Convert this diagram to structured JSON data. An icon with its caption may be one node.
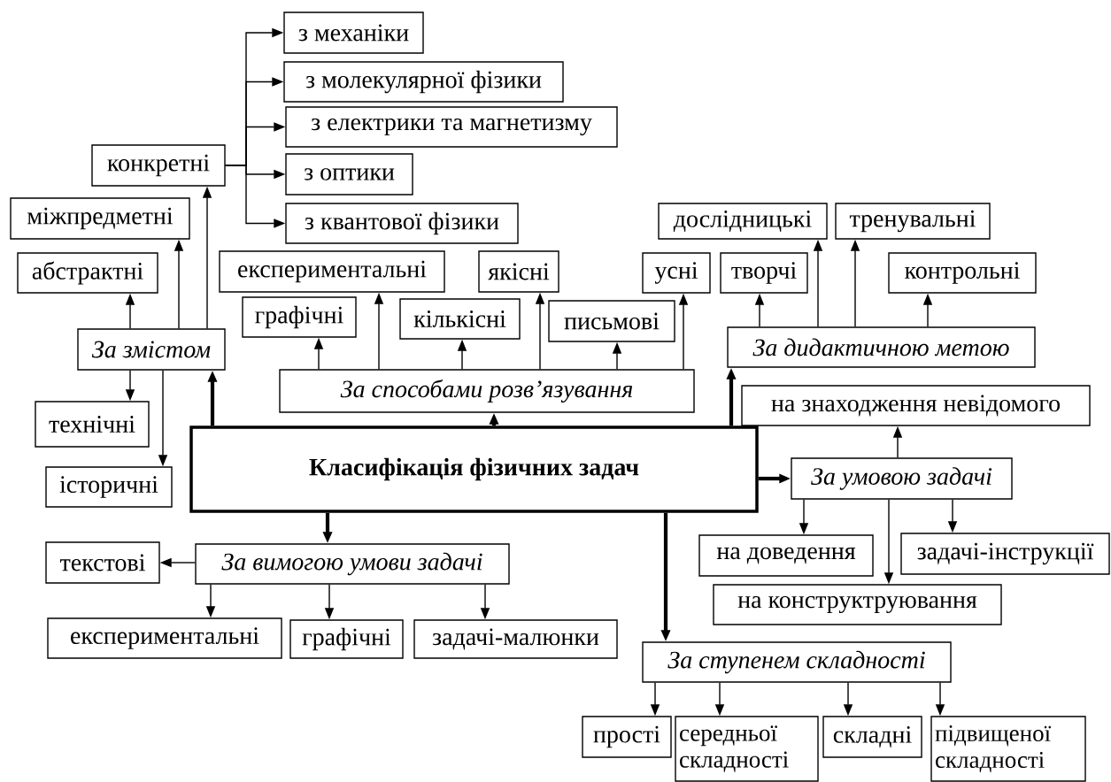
{
  "diagram": {
    "nodes": [
      {
        "text": [
          "Класифікація фізичних задач"
        ]
      },
      {
        "text": [
          "За змістом"
        ]
      },
      {
        "text": [
          "конкретні"
        ]
      },
      {
        "text": [
          "з механіки"
        ]
      },
      {
        "text": [
          "з молекулярної фізики"
        ]
      },
      {
        "text": [
          "з електрики та магнетизму"
        ]
      },
      {
        "text": [
          "з оптики"
        ]
      },
      {
        "text": [
          "з квантової фізики"
        ]
      },
      {
        "text": [
          "міжпредметні"
        ]
      },
      {
        "text": [
          "абстрактні"
        ]
      },
      {
        "text": [
          "технічні"
        ]
      },
      {
        "text": [
          "історичні"
        ]
      },
      {
        "text": [
          "За способами розв’язування"
        ]
      },
      {
        "text": [
          "експериментальні"
        ]
      },
      {
        "text": [
          "графічні"
        ]
      },
      {
        "text": [
          "кількісні"
        ]
      },
      {
        "text": [
          "якісні"
        ]
      },
      {
        "text": [
          "письмові"
        ]
      },
      {
        "text": [
          "усні"
        ]
      },
      {
        "text": [
          "За дидактичною метою"
        ]
      },
      {
        "text": [
          "дослідницькі"
        ]
      },
      {
        "text": [
          "тренувальні"
        ]
      },
      {
        "text": [
          "творчі"
        ]
      },
      {
        "text": [
          "контрольні"
        ]
      },
      {
        "text": [
          "на знаходження невідомого"
        ]
      },
      {
        "text": [
          "За умовою задачі"
        ]
      },
      {
        "text": [
          "на доведення"
        ]
      },
      {
        "text": [
          "задачі-інструкції"
        ]
      },
      {
        "text": [
          "на конструктруювання"
        ]
      },
      {
        "text": [
          "За вимогою умови задачі"
        ]
      },
      {
        "text": [
          "текстові"
        ]
      },
      {
        "text": [
          "експериментальні"
        ]
      },
      {
        "text": [
          "графічні"
        ]
      },
      {
        "text": [
          "задачі-малюнки"
        ]
      },
      {
        "text": [
          "За ступенем складності"
        ]
      },
      {
        "text": [
          "прості"
        ]
      },
      {
        "text": [
          "середньої складності"
        ]
      },
      {
        "text": [
          "складні"
        ]
      },
      {
        "text": [
          "підвищеної складності"
        ]
      }
    ],
    "edges": [
      {
        "from": 0,
        "to": 1,
        "arrow": "to",
        "style": "thick"
      },
      {
        "from": 1,
        "to": 2,
        "arrow": "to"
      },
      {
        "from": 1,
        "to": 8,
        "arrow": "to"
      },
      {
        "from": 1,
        "to": 9,
        "arrow": "to"
      },
      {
        "from": 1,
        "to": 10,
        "arrow": "to"
      },
      {
        "from": 1,
        "to": 11,
        "arrow": "to"
      },
      {
        "from": 2,
        "to": 3,
        "arrow": "to"
      },
      {
        "from": 2,
        "to": 4,
        "arrow": "to"
      },
      {
        "from": 2,
        "to": 5,
        "arrow": "to"
      },
      {
        "from": 2,
        "to": 6,
        "arrow": "to"
      },
      {
        "from": 2,
        "to": 7,
        "arrow": "to"
      },
      {
        "from": 0,
        "to": 12,
        "arrow": "to",
        "style": "thick"
      },
      {
        "from": 12,
        "to": 14,
        "arrow": "to"
      },
      {
        "from": 12,
        "to": 13,
        "arrow": "to"
      },
      {
        "from": 12,
        "to": 15,
        "arrow": "to"
      },
      {
        "from": 12,
        "to": 16,
        "arrow": "to"
      },
      {
        "from": 12,
        "to": 17,
        "arrow": "to"
      },
      {
        "from": 12,
        "to": 18,
        "arrow": "to"
      },
      {
        "from": 0,
        "to": 19,
        "arrow": "to",
        "style": "thick"
      },
      {
        "from": 19,
        "to": 22,
        "arrow": "to"
      },
      {
        "from": 19,
        "to": 20,
        "arrow": "to"
      },
      {
        "from": 19,
        "to": 21,
        "arrow": "to"
      },
      {
        "from": 19,
        "to": 23,
        "arrow": "to"
      },
      {
        "from": 0,
        "to": 25,
        "arrow": "to",
        "style": "thick"
      },
      {
        "from": 25,
        "to": 24,
        "arrow": "to"
      },
      {
        "from": 25,
        "to": 26,
        "arrow": "to"
      },
      {
        "from": 25,
        "to": 28,
        "arrow": "to"
      },
      {
        "from": 25,
        "to": 27,
        "arrow": "to"
      },
      {
        "from": 0,
        "to": 29,
        "arrow": "to",
        "style": "thick"
      },
      {
        "from": 29,
        "to": 30,
        "arrow": "to"
      },
      {
        "from": 29,
        "to": 31,
        "arrow": "to"
      },
      {
        "from": 29,
        "to": 32,
        "arrow": "to"
      },
      {
        "from": 29,
        "to": 33,
        "arrow": "to"
      },
      {
        "from": 0,
        "to": 34,
        "arrow": "to",
        "style": "thick"
      },
      {
        "from": 34,
        "to": 35,
        "arrow": "to"
      },
      {
        "from": 34,
        "to": 36,
        "arrow": "to"
      },
      {
        "from": 34,
        "to": 37,
        "arrow": "to"
      },
      {
        "from": 34,
        "to": 38,
        "arrow": "to"
      }
    ]
  }
}
